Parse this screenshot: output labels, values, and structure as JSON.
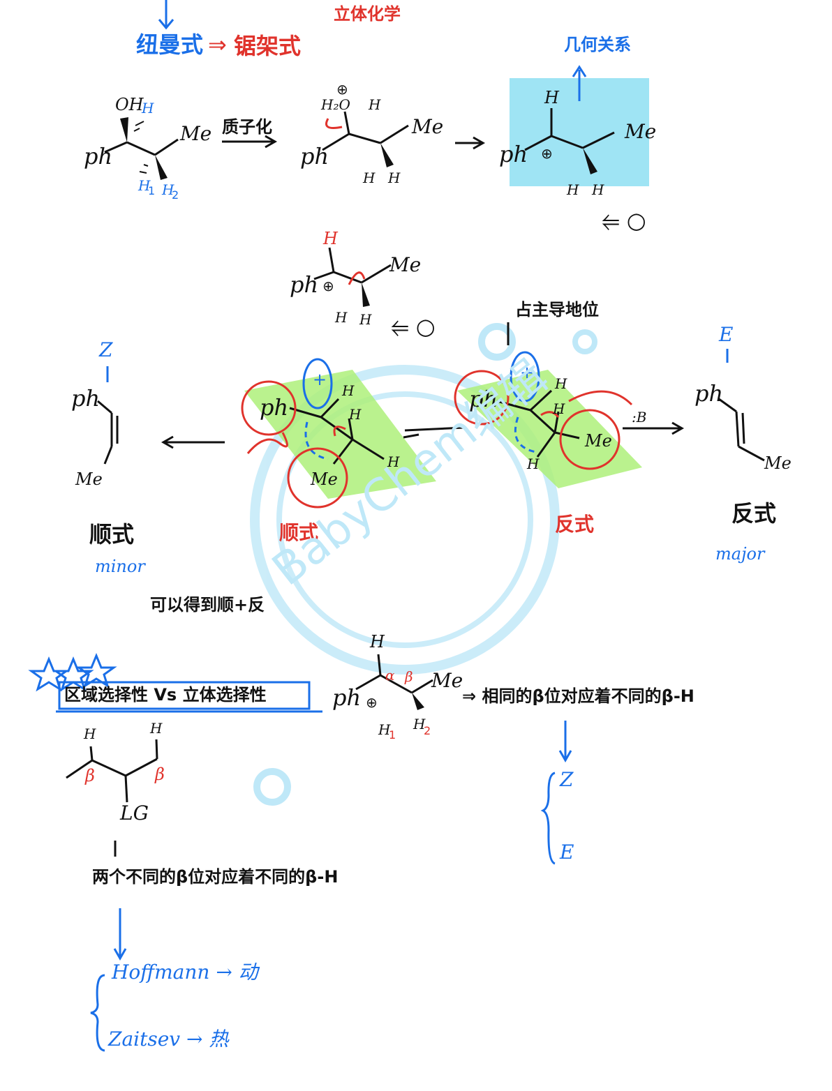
{
  "colors": {
    "ink": "#111111",
    "blue": "#1a6fe8",
    "red": "#e0332c",
    "highlight": "#aef07a",
    "cyan": "#9fe4f4",
    "watermark": "#bfe8f8"
  },
  "header": {
    "arrow_label_newman": "纽曼式",
    "arrow_to": "⇒",
    "sawhorse": "锯架式",
    "stereochem": "立体化学"
  },
  "row1": {
    "reactant": {
      "oh": "OH",
      "h_top": "H",
      "me": "Me",
      "ph": "ph",
      "h1": "H",
      "h2": "H",
      "h2_sub": "2",
      "h1_sub": "1"
    },
    "reagent": "质子化",
    "oxonium": {
      "plus": "⊕",
      "h2o": "H₂O",
      "h": "H",
      "me": "Me",
      "ph": "ph",
      "h_a": "H",
      "h_b": "H"
    },
    "cation": {
      "h": "H",
      "me": "Me",
      "ph": "ph",
      "plus": "⊕",
      "h_a": "H",
      "h_b": "H",
      "note": "几何关系",
      "o_symbol": "⥢ ○"
    }
  },
  "row2": {
    "rotamer": {
      "h": "H",
      "me": "Me",
      "ph": "ph",
      "plus": "⊕",
      "h_a": "H",
      "h_b": "H",
      "o_symbol": "⥢ ○"
    },
    "dominant_note": "占主导地位"
  },
  "row3": {
    "z_label": "Z",
    "e_label": "E",
    "left_product": {
      "ph": "ph",
      "me": "Me",
      "name": "顺式",
      "tag": "minor"
    },
    "left_newman": {
      "ph": "ph",
      "h_a": "H",
      "h_b": "H",
      "me": "Me",
      "h_c": "H",
      "plus": "+",
      "label": "顺式"
    },
    "right_newman": {
      "ph": "ph",
      "h_a": "H",
      "h_b": "H",
      "me": "Me",
      "h_c": "H",
      "plus": "+",
      "base": ":B",
      "label": "反式"
    },
    "right_product": {
      "ph": "ph",
      "me": "Me",
      "name": "反式",
      "tag": "major"
    }
  },
  "row4": {
    "note": "可以得到顺+反"
  },
  "lower": {
    "box_text": "区域选择性 Vs 立体选择性",
    "alkane": {
      "h_left": "H",
      "h_right": "H",
      "beta_left": "β",
      "beta_right": "β",
      "lg": "LG"
    },
    "two_beta": "两个不同的β位对应着不同的β-H",
    "hoffmann": "Hoffmann → 动",
    "zaitsev": "Zaitsev → 热",
    "cation2": {
      "h": "H",
      "alpha": "α",
      "beta": "β",
      "me": "Me",
      "ph": "ph",
      "plus": "⊕",
      "h1": "H",
      "h1_sub": "1",
      "h2": "H",
      "h2_sub": "2"
    },
    "same_beta": "⇒ 相同的β位对应着不同的β-H",
    "z": "Z",
    "e": "E"
  },
  "watermark": "BabyChem编辑"
}
